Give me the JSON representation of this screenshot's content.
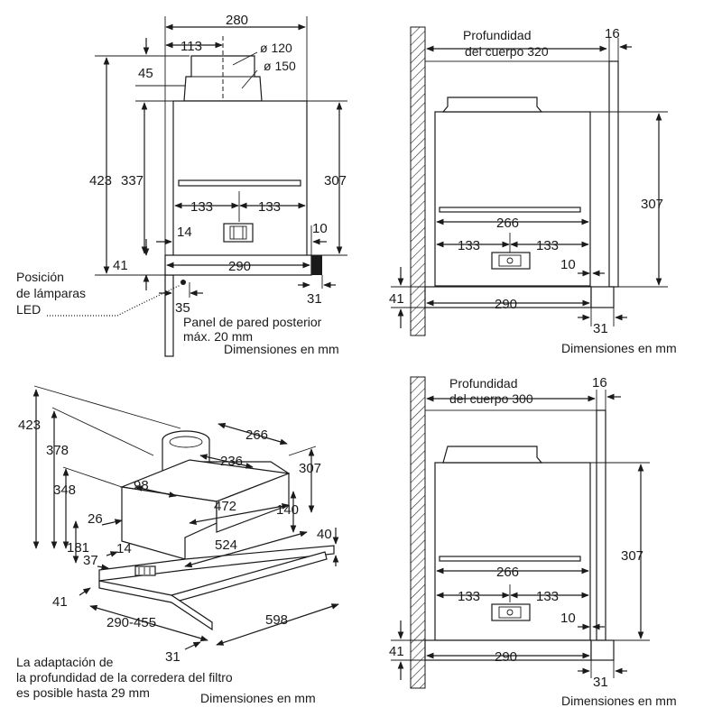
{
  "views": {
    "front": {
      "width_total": "280",
      "width_to_axis": "113",
      "diameter_inner": "ø 120",
      "diameter_outer": "ø 150",
      "height_total": "423",
      "height_body": "337",
      "height_side": "307",
      "collar_height": "45",
      "half_left": "133",
      "half_right": "133",
      "offset_left": "14",
      "offset_right": "10",
      "slide_height": "41",
      "slide_width": "290",
      "front_panel": "31",
      "led_offset": "35",
      "led_label_1": "Posición",
      "led_label_2": "de lámparas",
      "led_label_3": "LED",
      "panel_note_1": "Panel de pared posterior",
      "panel_note_2": "máx. 20 mm",
      "units": "Dimensiones en mm"
    },
    "side_top": {
      "depth_label_1": "Profundidad",
      "depth_label_2": "del cuerpo 320",
      "front_thickness": "16",
      "height": "307",
      "inner_width": "266",
      "half_left": "133",
      "half_right": "133",
      "offset": "10",
      "slide_height": "41",
      "slide_width": "290",
      "front_panel": "31",
      "units": "Dimensiones en mm"
    },
    "iso": {
      "height_total": "423",
      "height_2": "378",
      "height_3": "348",
      "height_4": "181",
      "width_top": "266",
      "depth_top": "236",
      "collar_offset": "98",
      "depth_body": "472",
      "height_body": "307",
      "height_front": "140",
      "width_body": "524",
      "side_26": "26",
      "side_14": "14",
      "side_37": "37",
      "slide_h": "40",
      "slide_41": "41",
      "slide_range": "290-455",
      "width_total": "598",
      "front_panel": "31",
      "note_1": "La adaptación de",
      "note_2": "la profundidad de la corredera del filtro",
      "note_3": "es posible hasta 29 mm",
      "units": "Dimensiones en mm"
    },
    "side_bottom": {
      "depth_label_1": "Profundidad",
      "depth_label_2": "del cuerpo 300",
      "front_thickness": "16",
      "height": "307",
      "inner_width": "266",
      "half_left": "133",
      "half_right": "133",
      "offset": "10",
      "slide_height": "41",
      "slide_width": "290",
      "front_panel": "31",
      "units": "Dimensiones en mm"
    }
  }
}
